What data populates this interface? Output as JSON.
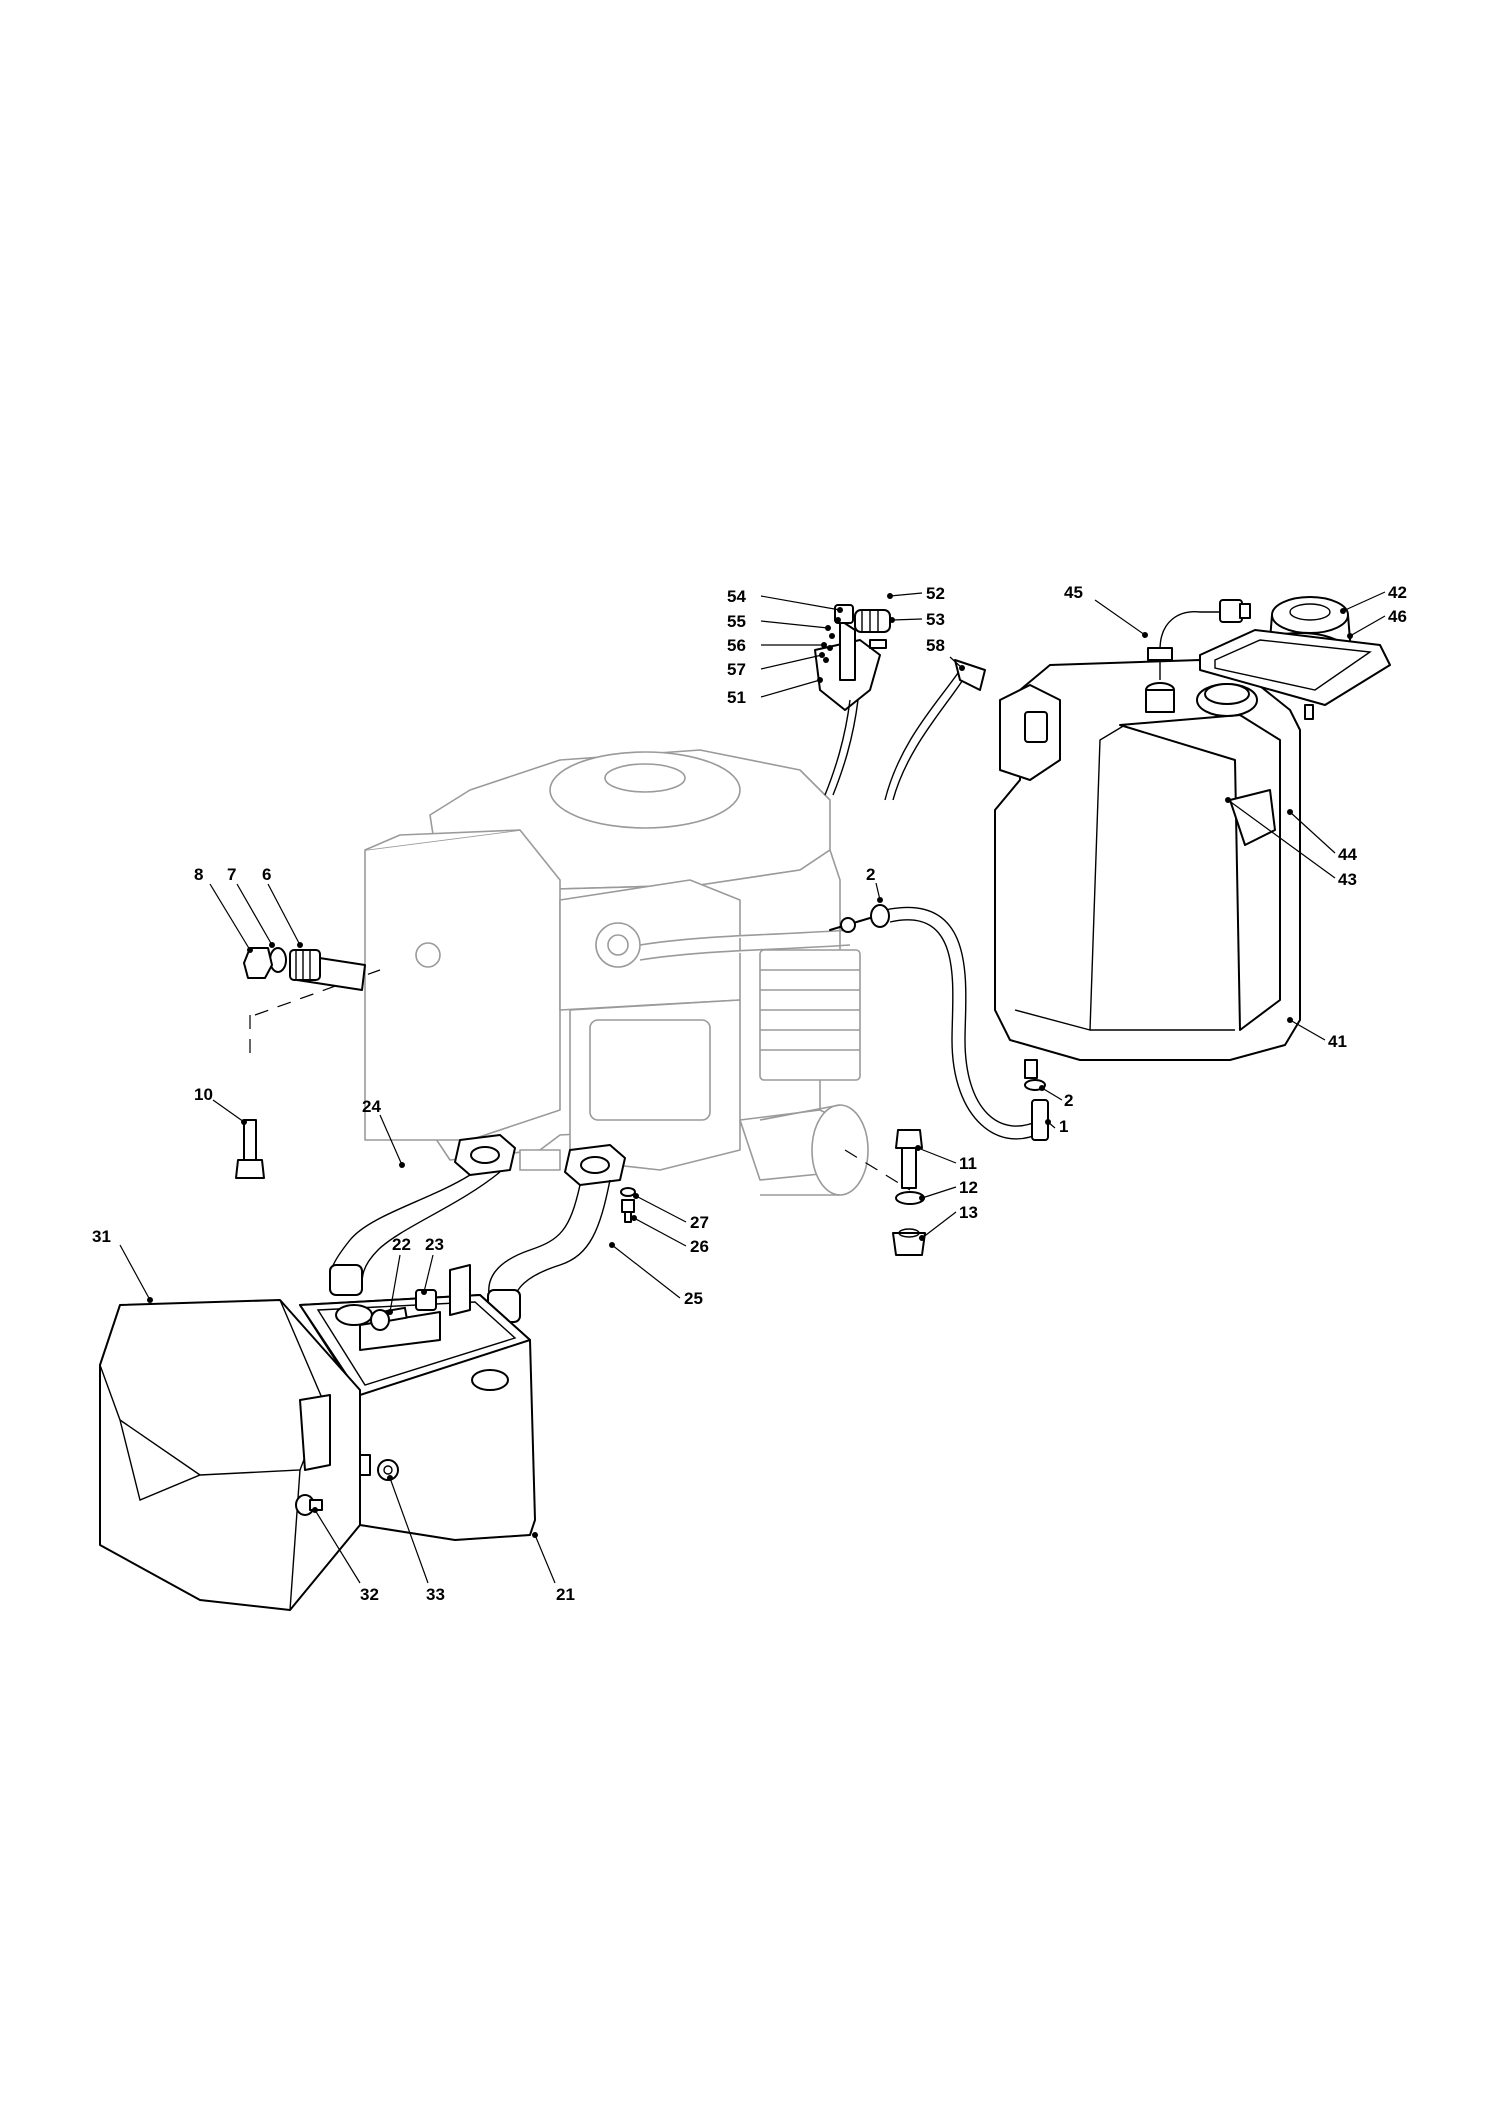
{
  "callouts": [
    {
      "id": "c54",
      "text": "54"
    },
    {
      "id": "c55",
      "text": "55"
    },
    {
      "id": "c56",
      "text": "56"
    },
    {
      "id": "c57",
      "text": "57"
    },
    {
      "id": "c51",
      "text": "51"
    },
    {
      "id": "c52",
      "text": "52"
    },
    {
      "id": "c53",
      "text": "53"
    },
    {
      "id": "c58",
      "text": "58"
    },
    {
      "id": "c45",
      "text": "45"
    },
    {
      "id": "c42",
      "text": "42"
    },
    {
      "id": "c46",
      "text": "46"
    },
    {
      "id": "c44",
      "text": "44"
    },
    {
      "id": "c43",
      "text": "43"
    },
    {
      "id": "c41",
      "text": "41"
    },
    {
      "id": "c8",
      "text": "8"
    },
    {
      "id": "c7",
      "text": "7"
    },
    {
      "id": "c6",
      "text": "6"
    },
    {
      "id": "c2a",
      "text": "2"
    },
    {
      "id": "c2b",
      "text": "2"
    },
    {
      "id": "c1",
      "text": "1"
    },
    {
      "id": "c10",
      "text": "10"
    },
    {
      "id": "c11",
      "text": "11"
    },
    {
      "id": "c12",
      "text": "12"
    },
    {
      "id": "c13",
      "text": "13"
    },
    {
      "id": "c24",
      "text": "24"
    },
    {
      "id": "c27",
      "text": "27"
    },
    {
      "id": "c26",
      "text": "26"
    },
    {
      "id": "c25",
      "text": "25"
    },
    {
      "id": "c31",
      "text": "31"
    },
    {
      "id": "c22",
      "text": "22"
    },
    {
      "id": "c23",
      "text": "23"
    },
    {
      "id": "c32",
      "text": "32"
    },
    {
      "id": "c33",
      "text": "33"
    },
    {
      "id": "c21",
      "text": "21"
    }
  ]
}
